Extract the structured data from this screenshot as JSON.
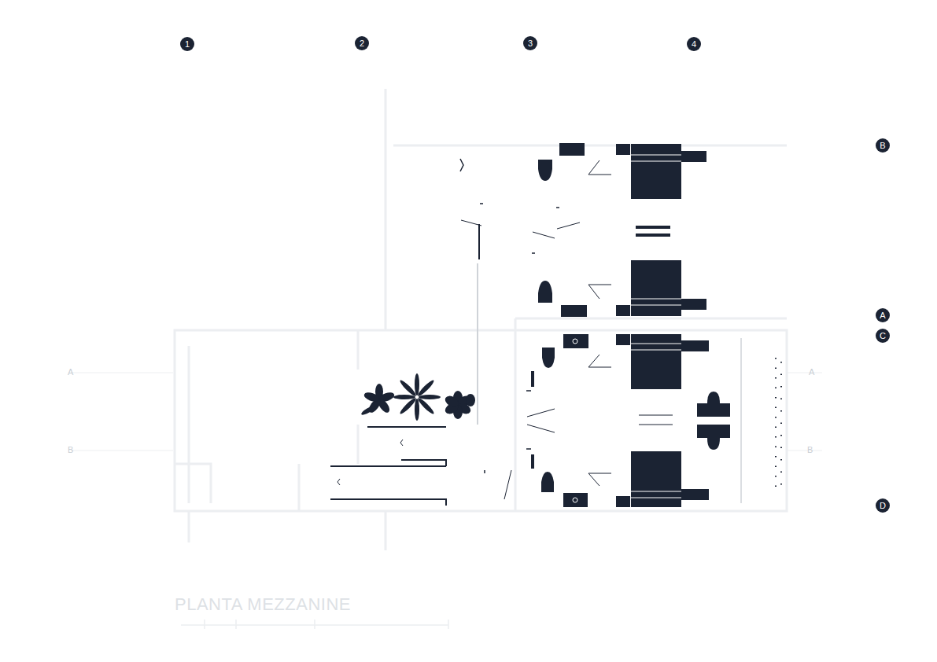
{
  "diagram": {
    "title": "PLANTA MEZZANINE",
    "nodes": [
      {
        "text": [
          "1"
        ]
      },
      {
        "text": [
          "2"
        ]
      },
      {
        "text": [
          "3"
        ]
      },
      {
        "text": [
          "4"
        ]
      },
      {
        "text": [
          "B"
        ]
      },
      {
        "text": [
          "A"
        ]
      },
      {
        "text": [
          "C"
        ]
      },
      {
        "text": [
          "D"
        ]
      }
    ],
    "labels": [
      "A",
      "A",
      "B",
      "B"
    ]
  }
}
